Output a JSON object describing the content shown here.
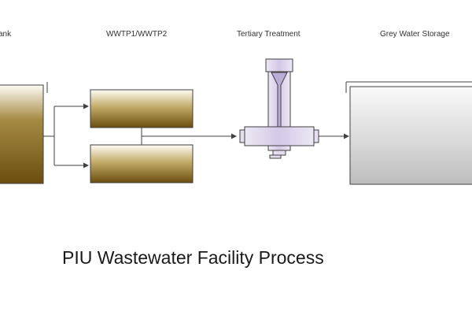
{
  "labels": {
    "tank": "ank",
    "wwtp": "WWTP1/WWTP2",
    "tertiary": "Tertiary Treatment",
    "grey": "Grey Water Storage"
  },
  "title": "PIU Wastewater Facility Process",
  "colors": {
    "sludge_dark": "#6b4e0f",
    "sludge_light": "#fdfcf5",
    "grey_dark": "#bdbdbd",
    "grey_light": "#fafafa",
    "tertiary_fill": "#d2c9e6",
    "line": "#404040"
  }
}
